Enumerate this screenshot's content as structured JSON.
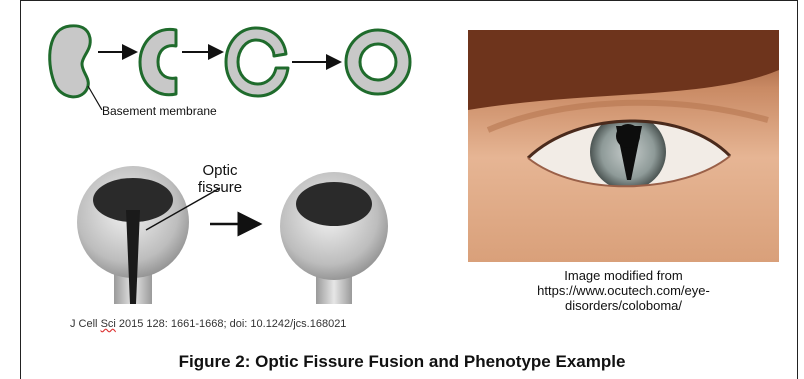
{
  "diagram": {
    "basement_label": "Basement membrane",
    "optic_label_line1": "Optic",
    "optic_label_line2": "fissure",
    "citation_prefix": "J Cell ",
    "citation_underlined": "Sci",
    "citation_rest": " 2015 128: 1661-1668; doi: 10.1242/jcs.168021"
  },
  "photo": {
    "credit_line1": "Image modified from",
    "credit_line2": "https://www.ocutech.com/eye-",
    "credit_line3": "disorders/coloboma/"
  },
  "caption": "Figure 2: Optic Fissure Fusion  and Phenotype Example",
  "colors": {
    "membrane": "#1f6b2c",
    "tissue": "#c8c8c8",
    "lens": "#2a2a2a"
  }
}
